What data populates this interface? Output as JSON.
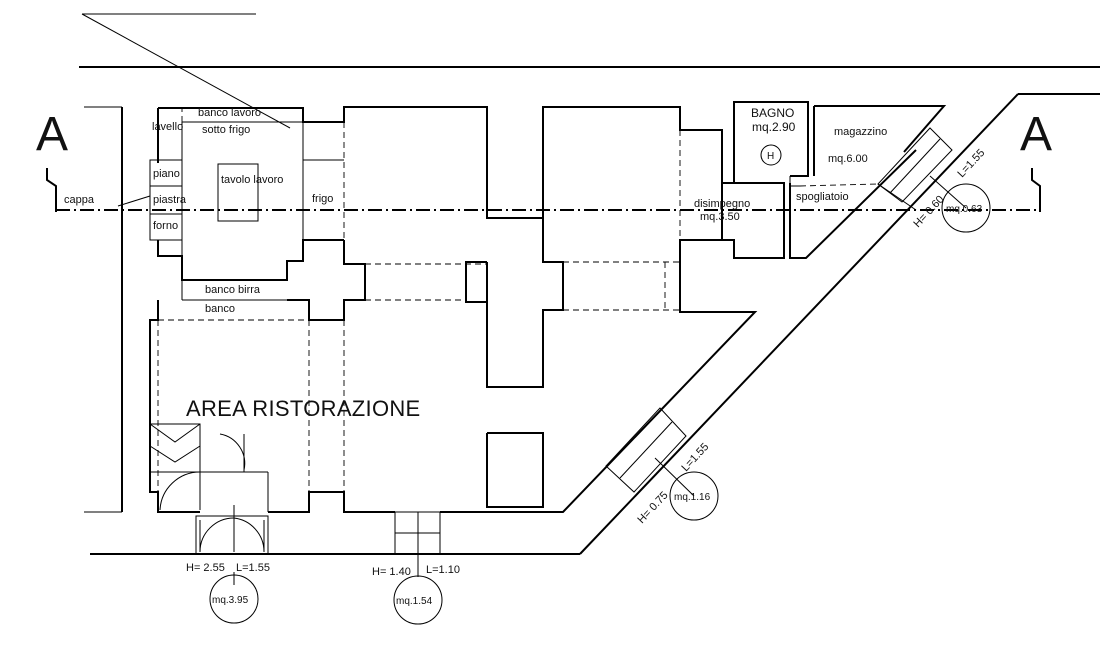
{
  "section_marker": "A",
  "title": "AREA RISTORAZIONE",
  "kitchen": {
    "work_counter": "banco lavoro",
    "under_fridge": "sotto frigo",
    "sink": "lavello",
    "worktop_table": "tavolo lavoro",
    "top": "piano",
    "griddle": "piastra",
    "oven": "forno",
    "hood": "cappa",
    "fridge": "frigo"
  },
  "counters": {
    "beer_counter": "banco birra",
    "counter": "banco"
  },
  "rooms": {
    "bathroom": {
      "name": "BAGNO",
      "area": "mq.2.90",
      "symbol": "H"
    },
    "storage": {
      "name": "magazzino",
      "area": "mq.6.00"
    },
    "hallway": {
      "name": "disimpegno",
      "area": "mq.3.50"
    },
    "changing_room": {
      "name": "spogliatoio"
    }
  },
  "openings": {
    "door_main": {
      "h": "H= 2.55",
      "l": "L=1.55",
      "area": "mq.3.95"
    },
    "door_second": {
      "h": "H= 1.40",
      "l": "L=1.10",
      "area": "mq.1.54"
    },
    "window_diag": {
      "h": "H= 0.75",
      "l": "L=1.55",
      "area": "mq.1.16"
    },
    "window_store": {
      "h": "H= 0.60",
      "l": "L=1.55",
      "area": "mq.0.63"
    }
  }
}
